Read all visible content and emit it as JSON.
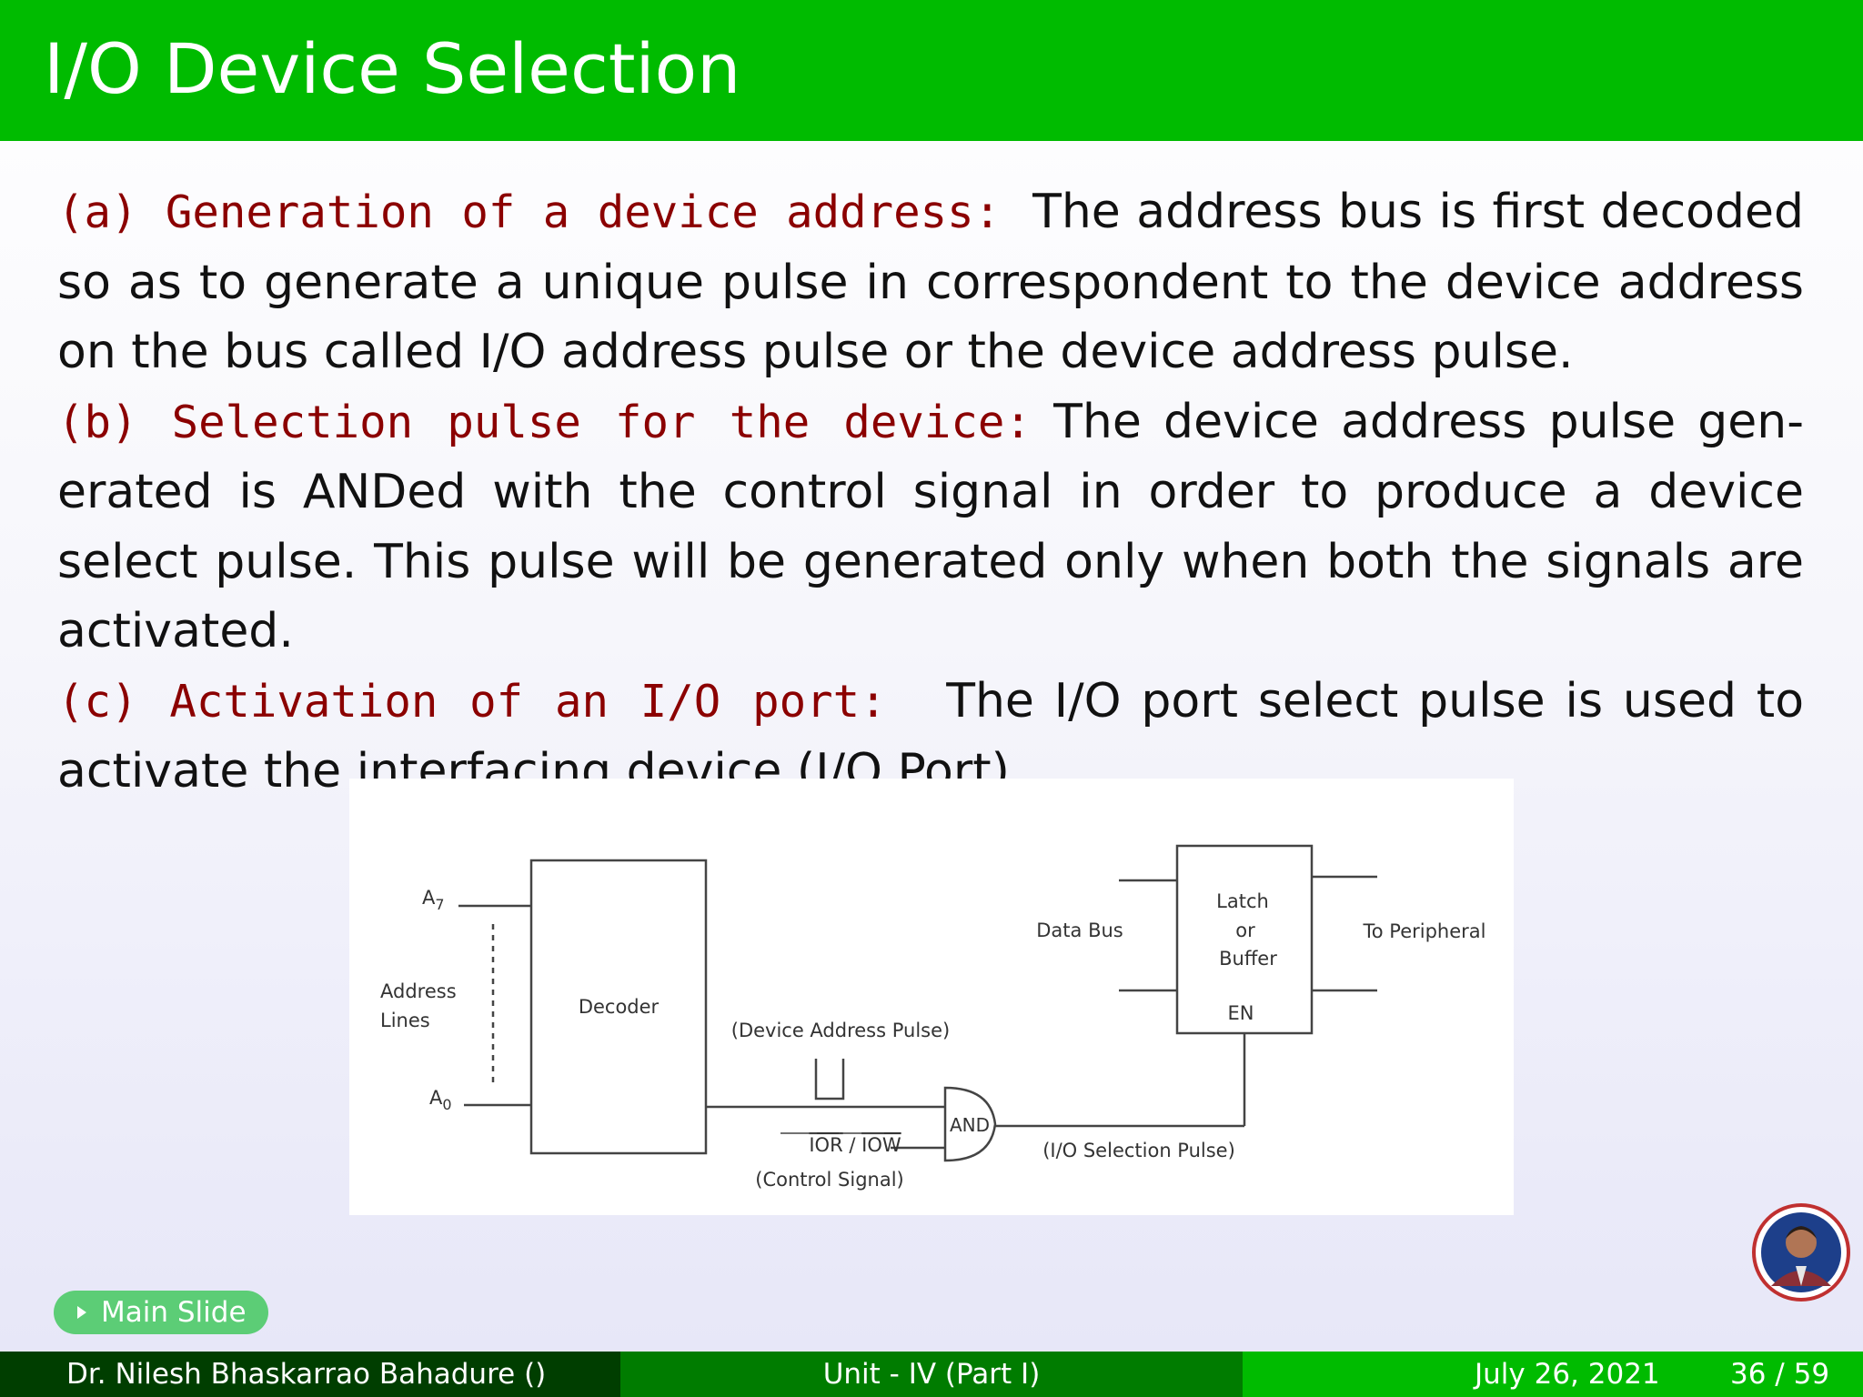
{
  "slide": {
    "title": "I/O Device Selection",
    "points": [
      {
        "label": "(a) Generation of a device address:",
        "text": "The address bus is first de­coded so as to generate a unique pulse in correspondent to the device ad­dress on the bus called I/O address pulse or the device address pulse."
      },
      {
        "label": "(b) Selection pulse for the device:",
        "text": "The device address pulse gen­erated is ANDed with the control signal in order to produce a device select pulse. This pulse will be generated only when both the signals are activated."
      },
      {
        "label": "(c) Activation of an I/O port:",
        "text": "The I/O port select pulse is used to activate the interfacing device (I/O Port)"
      }
    ]
  },
  "figure": {
    "a7": "A",
    "a7_sub": "7",
    "a0": "A",
    "a0_sub": "0",
    "address_lines_1": "Address",
    "address_lines_2": "Lines",
    "decoder": "Decoder",
    "device_address_pulse": "(Device Address Pulse)",
    "control_left": "IOR",
    "control_sep": "/",
    "control_right": "IOW",
    "control_signal": "(Control Signal)",
    "and_gate": "AND",
    "io_selection_pulse": "(I/O Selection Pulse)",
    "data_bus": "Data Bus",
    "latch_1": "Latch",
    "latch_2": "or",
    "latch_3": "Buffer",
    "enable": "EN",
    "to_peripheral": "To Peripheral"
  },
  "nav": {
    "main_slide": "Main Slide"
  },
  "footer": {
    "author": "Dr. Nilesh Bhaskarrao Bahadure  ()",
    "unit": "Unit - IV (Part I)",
    "date": "July 26, 2021",
    "page": "36 / 59"
  },
  "colors": {
    "title_bar": "#00bb00",
    "keyword": "#8b0000",
    "footer_left": "#003e00",
    "footer_mid": "#007c00",
    "footer_right": "#00bb00",
    "button": "#5ccd76"
  }
}
